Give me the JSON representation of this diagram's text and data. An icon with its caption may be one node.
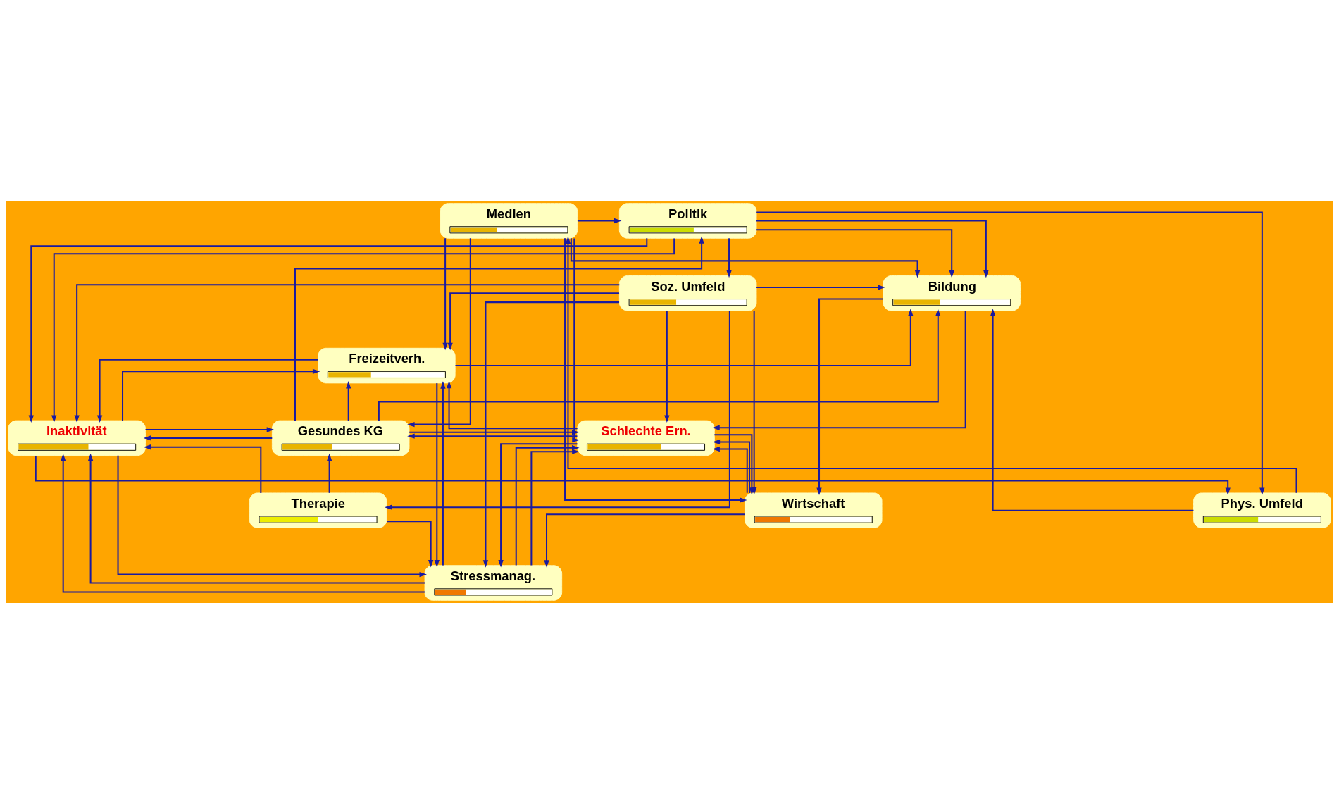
{
  "diagram": {
    "nodes": [
      {
        "text": [
          "Politik"
        ]
      },
      {
        "text": [
          "Medien"
        ]
      },
      {
        "text": [
          "Soz. Umfeld"
        ]
      },
      {
        "text": [
          "Bildung"
        ]
      },
      {
        "text": [
          "Freizeitverh."
        ]
      },
      {
        "text": [
          "Inaktivität"
        ]
      },
      {
        "text": [
          "Gesundes KG"
        ]
      },
      {
        "text": [
          "Schlechte Ern."
        ]
      },
      {
        "text": [
          "Stressmanag."
        ]
      },
      {
        "text": [
          "Therapie"
        ]
      },
      {
        "text": [
          "Wirtschaft"
        ]
      },
      {
        "text": [
          "Phys. Umfeld"
        ]
      }
    ],
    "edges": [
      {
        "from": 0,
        "to": 2,
        "arrow": "to"
      },
      {
        "from": 1,
        "to": 0,
        "arrow": "to"
      },
      {
        "from": 0,
        "to": 3,
        "arrow": "to"
      },
      {
        "from": 0,
        "to": 3,
        "arrow": "to"
      },
      {
        "from": 0,
        "to": 5,
        "arrow": "to"
      },
      {
        "from": 0,
        "to": 5,
        "arrow": "to"
      },
      {
        "from": 0,
        "to": 11,
        "arrow": "to"
      },
      {
        "from": 6,
        "to": 0,
        "arrow": "to"
      },
      {
        "from": 1,
        "to": 3,
        "arrow": "to"
      },
      {
        "from": 1,
        "to": 4,
        "arrow": "to"
      },
      {
        "from": 1,
        "to": 6,
        "arrow": "to"
      },
      {
        "from": 1,
        "to": 10,
        "arrow": "to"
      },
      {
        "from": 1,
        "to": 7,
        "arrow": "to"
      },
      {
        "from": 11,
        "to": 1,
        "arrow": "to"
      },
      {
        "from": 2,
        "to": 3,
        "arrow": "to"
      },
      {
        "from": 2,
        "to": 4,
        "arrow": "to"
      },
      {
        "from": 2,
        "to": 10,
        "arrow": "to"
      },
      {
        "from": 2,
        "to": 8,
        "arrow": "to"
      },
      {
        "from": 2,
        "to": 5,
        "arrow": "to"
      },
      {
        "from": 2,
        "to": 7,
        "arrow": "to"
      },
      {
        "from": 2,
        "to": 9,
        "arrow": "to"
      },
      {
        "from": 5,
        "to": 6,
        "arrow": "to"
      },
      {
        "from": 4,
        "to": 5,
        "arrow": "to"
      },
      {
        "from": 6,
        "to": 5,
        "arrow": "to"
      },
      {
        "from": 6,
        "to": 4,
        "arrow": "to"
      },
      {
        "from": 5,
        "to": 4,
        "arrow": "to"
      },
      {
        "from": 7,
        "to": 4,
        "arrow": "to"
      },
      {
        "from": 6,
        "to": 7,
        "arrow": "to"
      },
      {
        "from": 7,
        "to": 6,
        "arrow": "to"
      },
      {
        "from": 8,
        "to": 5,
        "arrow": "to"
      },
      {
        "from": 8,
        "to": 5,
        "arrow": "to"
      },
      {
        "from": 9,
        "to": 6,
        "arrow": "to"
      },
      {
        "from": 9,
        "to": 8,
        "arrow": "to"
      },
      {
        "from": 9,
        "to": 5,
        "arrow": "to"
      },
      {
        "from": 7,
        "to": 8,
        "arrow": "to"
      },
      {
        "from": 8,
        "to": 7,
        "arrow": "to"
      },
      {
        "from": 8,
        "to": 7,
        "arrow": "to"
      },
      {
        "from": 10,
        "to": 7,
        "arrow": "to"
      },
      {
        "from": 10,
        "to": 7,
        "arrow": "to"
      },
      {
        "from": 7,
        "to": 10,
        "arrow": "to"
      },
      {
        "from": 3,
        "to": 7,
        "arrow": "to"
      },
      {
        "from": 3,
        "to": 10,
        "arrow": "to"
      },
      {
        "from": 10,
        "to": 8,
        "arrow": "to"
      },
      {
        "from": 4,
        "to": 3,
        "arrow": "to"
      },
      {
        "from": 6,
        "to": 3,
        "arrow": "to"
      },
      {
        "from": 11,
        "to": 3,
        "arrow": "to"
      },
      {
        "from": 5,
        "to": 8,
        "arrow": "to"
      },
      {
        "from": 8,
        "to": 4,
        "arrow": "to"
      },
      {
        "from": 4,
        "to": 8,
        "arrow": "to"
      },
      {
        "from": 5,
        "to": 11,
        "arrow": "to"
      }
    ]
  }
}
